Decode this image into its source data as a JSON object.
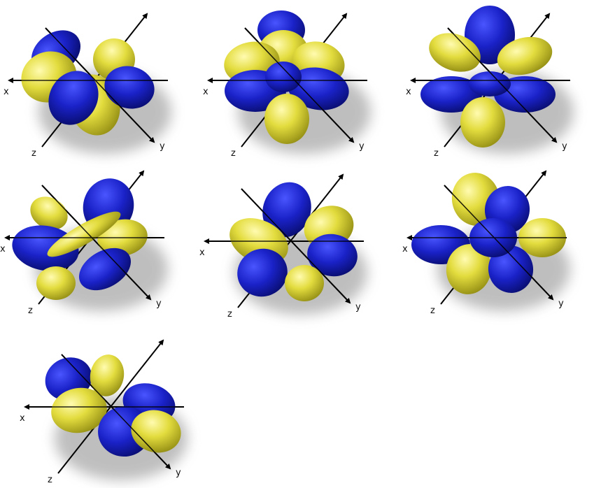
{
  "colors": {
    "positive_lobe": "#d9d43a",
    "negative_lobe": "#1a22c8",
    "axis": "#000000",
    "shadow": "#8a8a8a"
  },
  "axis_labels": {
    "x": "x",
    "y": "y",
    "z": "z"
  },
  "panels": [
    {
      "id": "orbital-1",
      "shape": "four-lobe-diagonal"
    },
    {
      "id": "orbital-2",
      "shape": "six-lobe"
    },
    {
      "id": "orbital-3",
      "shape": "six-lobe-vertical"
    },
    {
      "id": "orbital-4",
      "shape": "ring-with-lobes"
    },
    {
      "id": "orbital-5",
      "shape": "four-lobe-diagonal-alt"
    },
    {
      "id": "orbital-6",
      "shape": "six-lobe-mixed"
    },
    {
      "id": "orbital-7",
      "shape": "four-lobe-diagonal"
    }
  ]
}
